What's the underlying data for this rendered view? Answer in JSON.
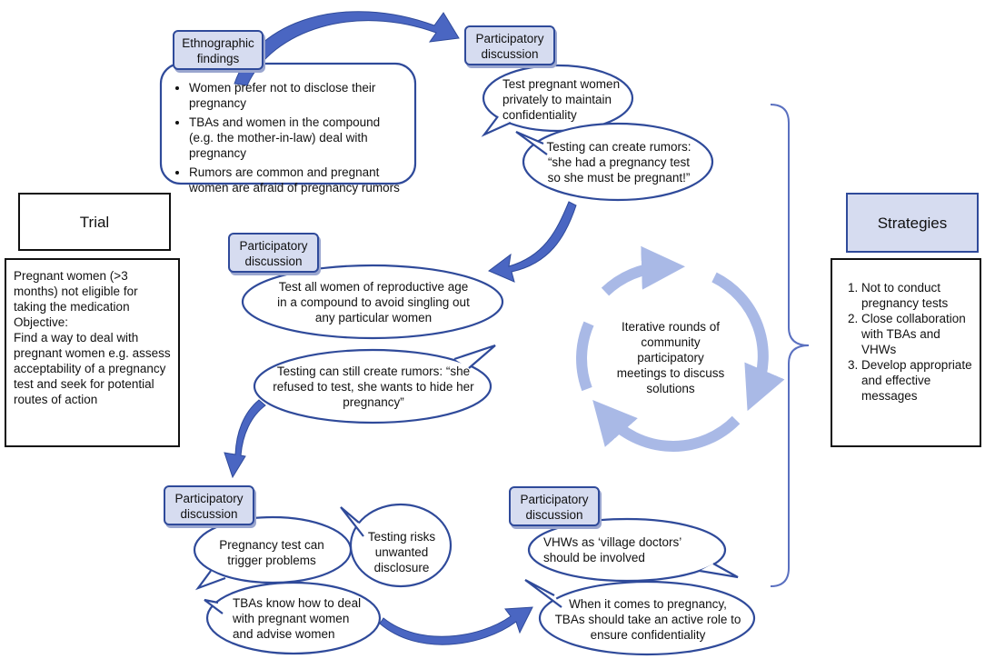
{
  "trial": {
    "title": "Trial",
    "eligibility": "Pregnant women (>3 months) not eligible for taking the medication",
    "objective_label": "Objective:",
    "objective_text": "Find a way to deal with pregnant women e.g. assess acceptability of a pregnancy test and seek for potential routes of action"
  },
  "ethnographic": {
    "tag": "Ethnographic findings",
    "findings": [
      "Women prefer not to disclose their pregnancy",
      "TBAs and women in the compound (e.g. the mother-in-law) deal with pregnancy",
      "Rumors are common and pregnant women are afraid of pregnancy rumors"
    ]
  },
  "discussions": [
    {
      "tag": "Participatory discussion",
      "bubbles": [
        "Test pregnant women privately to maintain confidentiality",
        "Testing can create rumors: “she had a pregnancy test so she must be pregnant!”"
      ]
    },
    {
      "tag": "Participatory discussion",
      "bubbles": [
        "Test all women of reproductive age in a compound to avoid singling out any particular women",
        "Testing can still create rumors: “she refused to test, she wants to hide her pregnancy”"
      ]
    },
    {
      "tag": "Participatory discussion",
      "bubbles": [
        "Pregnancy test can trigger problems",
        "Testing risks unwanted disclosure",
        "TBAs know how to deal with pregnant women and advise women"
      ]
    },
    {
      "tag": "Participatory discussion",
      "bubbles": [
        "VHWs as ‘village doctors’ should be involved",
        "When it comes to pregnancy, TBAs should take an active role to ensure confidentiality"
      ]
    }
  ],
  "cycle": {
    "text": "Iterative rounds of community participatory meetings to discuss solutions"
  },
  "strategies": {
    "title": "Strategies",
    "items": [
      "Not to conduct pregnancy tests",
      "Close collaboration with TBAs and VHWs",
      "Develop appropriate and effective messages"
    ]
  },
  "colors": {
    "outline": "#2f4a9a",
    "tag_fill": "#d6dcf0",
    "arrow": "#4a66c2",
    "cycle": "#a9b9e6",
    "brace": "#5a70c0"
  }
}
